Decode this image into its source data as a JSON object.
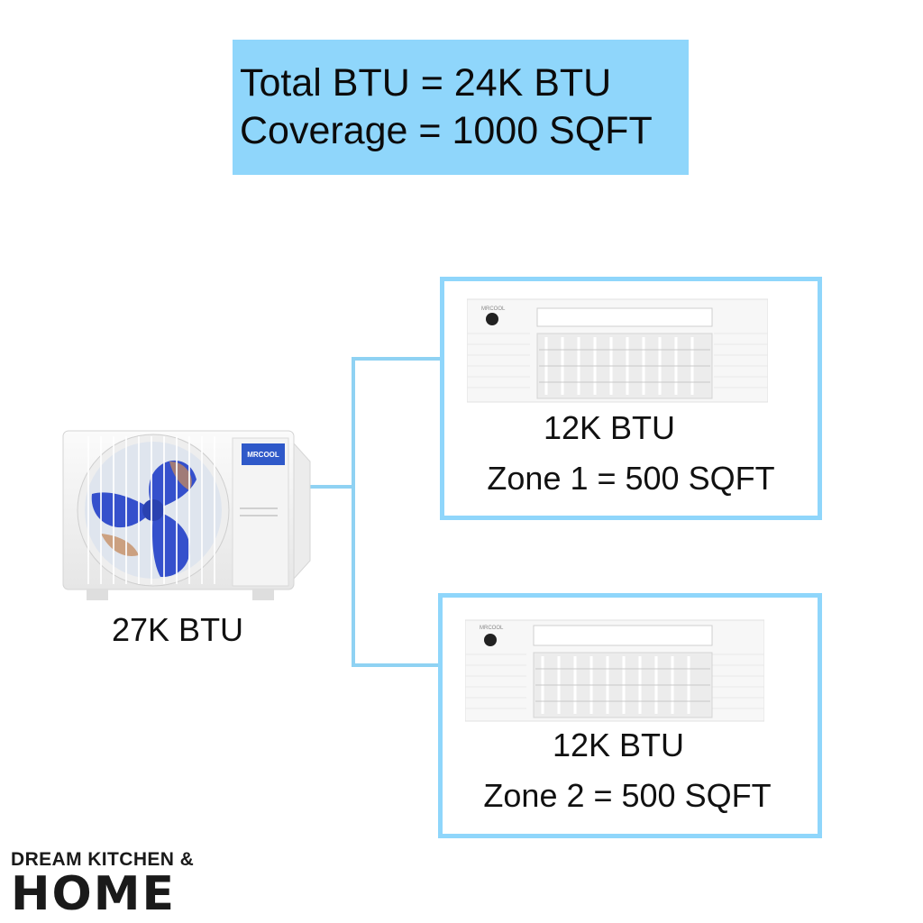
{
  "summary": {
    "total_btu": "Total BTU = 24K BTU",
    "coverage": "Coverage = 1000 SQFT"
  },
  "outdoor_unit": {
    "label": "27K BTU",
    "brand": "MRCOOL"
  },
  "zones": [
    {
      "btu": "12K BTU",
      "coverage": "Zone 1 = 500 SQFT"
    },
    {
      "btu": "12K BTU",
      "coverage": "Zone 2 = 500 SQFT"
    }
  ],
  "indoor_unit": {
    "brand": "MRCOOL"
  },
  "logo": {
    "line1": "DREAM KITCHEN &",
    "line2": "HOME"
  },
  "colors": {
    "accent_blue": "#8fd6fb",
    "fan_blue": "#2f4fc8",
    "text": "#111111"
  }
}
